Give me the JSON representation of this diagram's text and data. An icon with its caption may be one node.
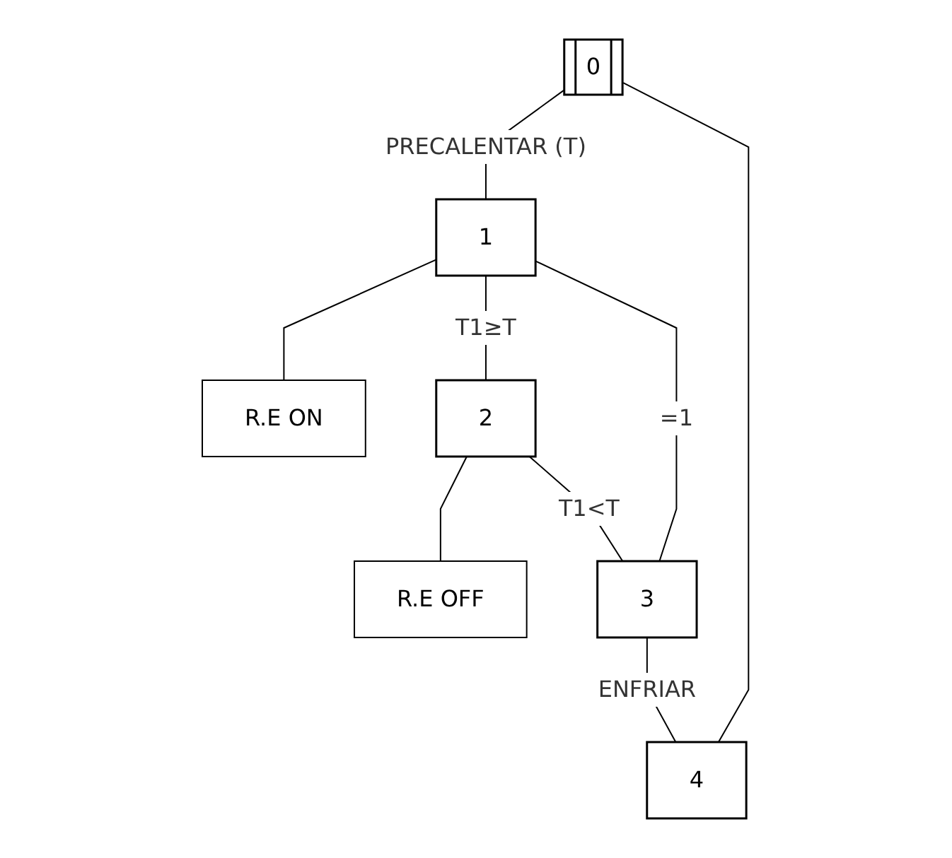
{
  "diagram": {
    "nodes": [
      {
        "text": [
          "0"
        ]
      },
      {
        "text": [
          "1"
        ]
      },
      {
        "text": [
          "R.E ON"
        ]
      },
      {
        "text": [
          "2"
        ]
      },
      {
        "text": [
          "R.E OFF"
        ]
      },
      {
        "text": [
          "3"
        ]
      },
      {
        "text": [
          "4"
        ]
      }
    ],
    "edges": [
      {
        "from": 0,
        "to": 1,
        "arrow": "none",
        "label": "PRECALENTAR (T)"
      },
      {
        "from": 1,
        "to": 2,
        "arrow": "none"
      },
      {
        "from": 1,
        "to": 3,
        "arrow": "none",
        "label": "T1≥T"
      },
      {
        "from": 3,
        "to": 4,
        "arrow": "none"
      },
      {
        "from": 3,
        "to": 5,
        "arrow": "none",
        "label": "T1<T"
      },
      {
        "from": 5,
        "to": 1,
        "arrow": "none",
        "label": "=1"
      },
      {
        "from": 5,
        "to": 6,
        "arrow": "none",
        "label": "ENFRIAR"
      },
      {
        "from": 6,
        "to": 0,
        "arrow": "none"
      }
    ]
  }
}
